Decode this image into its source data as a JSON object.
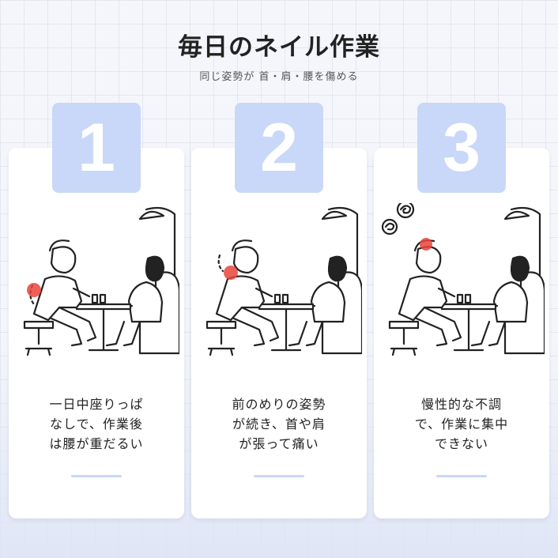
{
  "header": {
    "title": "毎日のネイル作業",
    "subtitle": "同じ姿勢が 首・肩・腰を傷める"
  },
  "cards": [
    {
      "number": "1",
      "caption": "一日中座りっぱ\nなしで、作業後\nは腰が重だるい",
      "pain_area": "lower-back"
    },
    {
      "number": "2",
      "caption": "前のめりの姿勢\nが続き、首や肩\nが張って痛い",
      "pain_area": "neck-shoulder"
    },
    {
      "number": "3",
      "caption": "慢性的な不調\nで、作業に集中\nできない",
      "pain_area": "head"
    }
  ],
  "colors": {
    "accent": "#c9d8f8",
    "pain": "#e8453c",
    "ink": "#222222"
  }
}
